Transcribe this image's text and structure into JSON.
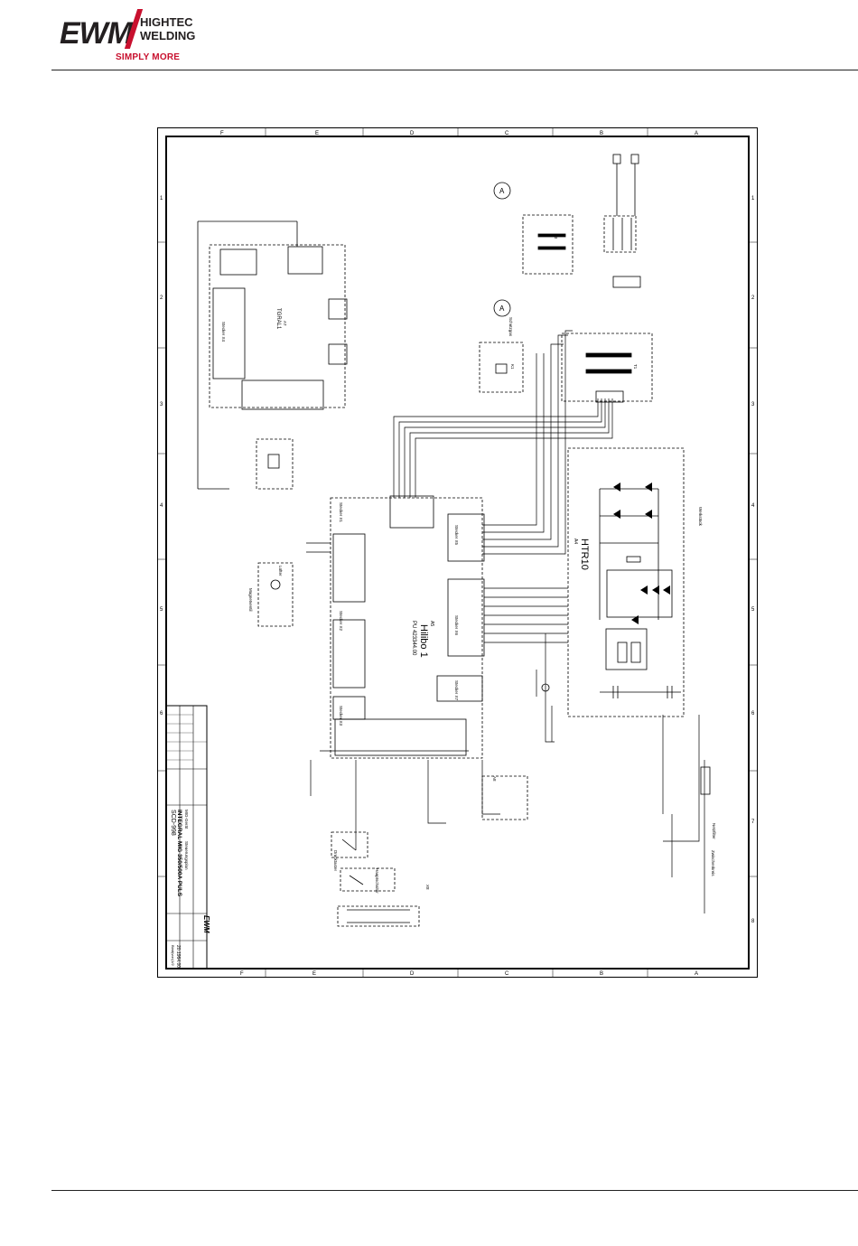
{
  "header": {
    "logo_brand": "EWM",
    "logo_line1": "HIGHTEC",
    "logo_line2": "WELDING",
    "logo_tagline": "SIMPLY MORE"
  },
  "schematic": {
    "title_main": "INTEGRAL MIG 350/500A PULS",
    "title_sub1": "MIG-Gerät",
    "title_sub2": "Steuerungsplan",
    "drawing_no": "SCD-998",
    "sheet_no": "20.1964.00",
    "blatt": "Blatt(von)1/2",
    "modules": {
      "hilibo": "Hilibo 1",
      "hilibo_part": "PU 423344.00",
      "hilibo_ref": "A5",
      "htr": "HTR10",
      "htr_ref": "A4",
      "tgral": "TGRAL1",
      "tgral_ref": "A7",
      "transformer_t1": "T1",
      "transformer_t3": "T3",
      "relay_k1": "K1",
      "module_a8": "A8",
      "x8": "X8"
    },
    "grid_letters": [
      "F",
      "E",
      "D",
      "C",
      "B",
      "A"
    ],
    "grid_numbers": [
      "1",
      "2",
      "3",
      "4",
      "5",
      "6",
      "7",
      "8"
    ],
    "labels": {
      "ammeter": "A",
      "stecker_x1": "Stecker X1",
      "stecker_x2": "Stecker X2",
      "stecker_x3": "Stecker X3",
      "stecker_x4": "Stecker X4",
      "stecker_x5": "Stecker X5",
      "stecker_x6": "Stecker X6",
      "stecker_x7": "Stecker X7",
      "schutzgas": "Schutzgas",
      "magnetventil": "Magnetventil",
      "lufter": "Lüfter",
      "drucktaster": "Drucktaster",
      "hauptschalter": "Hauptschalter",
      "netzfilter": "Netzfilter",
      "werkstueck": "Werkstück",
      "zwischenkreis": "Zwischenkreis"
    }
  }
}
